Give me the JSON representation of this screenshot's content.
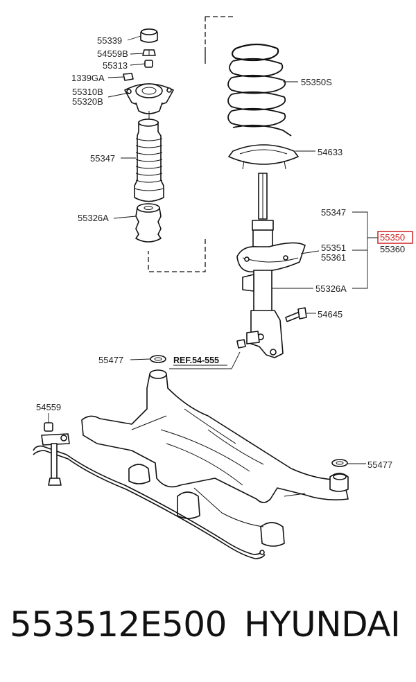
{
  "labels": {
    "p55339": "55339",
    "p54559B": "54559B",
    "p55313": "55313",
    "p1339GA": "1339GA",
    "p55310B": "55310B",
    "p55320B": "55320B",
    "p55347_left": "55347",
    "p55326A_left": "55326A",
    "p55350S": "55350S",
    "p54633": "54633",
    "p55347_right": "55347",
    "p55350": "55350",
    "p55360": "55360",
    "p55351": "55351",
    "p55361": "55361",
    "p55326A_right": "55326A",
    "p54645": "54645",
    "p55477_top": "55477",
    "ref": "REF.54-555",
    "p54559": "54559",
    "p55477_bottom": "55477"
  },
  "highlight_color": "#d02020",
  "footer": {
    "part_number": "553512E500",
    "brand": "HYUNDAI"
  }
}
